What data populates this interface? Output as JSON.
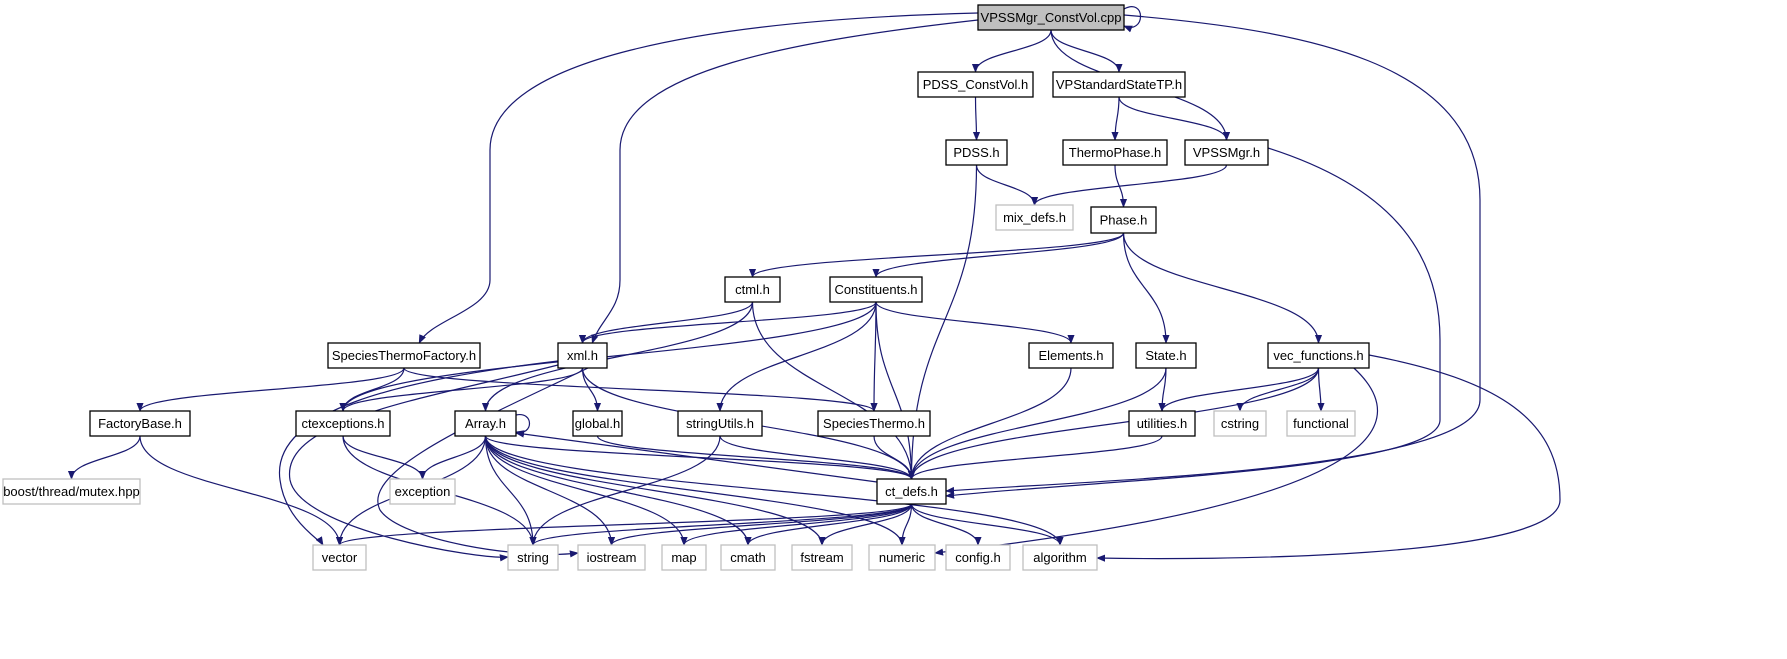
{
  "colors": {
    "edge": "#191970",
    "root_fill": "#bfbfbf",
    "node_border": "#000000",
    "external_border": "#bfbfbf",
    "external_text": "#444444"
  },
  "nodes": [
    {
      "id": "cpp",
      "label": "VPSSMgr_ConstVol.cpp",
      "kind": "root"
    },
    {
      "id": "pdssc",
      "label": "PDSS_ConstVol.h",
      "kind": "header"
    },
    {
      "id": "vpstp",
      "label": "VPStandardStateTP.h",
      "kind": "header"
    },
    {
      "id": "pdss",
      "label": "PDSS.h",
      "kind": "header"
    },
    {
      "id": "thermo",
      "label": "ThermoPhase.h",
      "kind": "header"
    },
    {
      "id": "vpssmgr",
      "label": "VPSSMgr.h",
      "kind": "header"
    },
    {
      "id": "mixdefs",
      "label": "mix_defs.h",
      "kind": "external"
    },
    {
      "id": "phase",
      "label": "Phase.h",
      "kind": "header"
    },
    {
      "id": "ctml",
      "label": "ctml.h",
      "kind": "header"
    },
    {
      "id": "constit",
      "label": "Constituents.h",
      "kind": "header"
    },
    {
      "id": "stf",
      "label": "SpeciesThermoFactory.h",
      "kind": "header"
    },
    {
      "id": "xml",
      "label": "xml.h",
      "kind": "header"
    },
    {
      "id": "elements",
      "label": "Elements.h",
      "kind": "header"
    },
    {
      "id": "state",
      "label": "State.h",
      "kind": "header"
    },
    {
      "id": "vecf",
      "label": "vec_functions.h",
      "kind": "header"
    },
    {
      "id": "factory",
      "label": "FactoryBase.h",
      "kind": "header"
    },
    {
      "id": "ctexc",
      "label": "ctexceptions.h",
      "kind": "header"
    },
    {
      "id": "array",
      "label": "Array.h",
      "kind": "header"
    },
    {
      "id": "global",
      "label": "global.h",
      "kind": "header"
    },
    {
      "id": "strutil",
      "label": "stringUtils.h",
      "kind": "header"
    },
    {
      "id": "spthermo",
      "label": "SpeciesThermo.h",
      "kind": "header"
    },
    {
      "id": "utilities",
      "label": "utilities.h",
      "kind": "header"
    },
    {
      "id": "cstring",
      "label": "cstring",
      "kind": "external"
    },
    {
      "id": "functional",
      "label": "functional",
      "kind": "external"
    },
    {
      "id": "boost",
      "label": "boost/thread/mutex.hpp",
      "kind": "external"
    },
    {
      "id": "exception",
      "label": "exception",
      "kind": "external"
    },
    {
      "id": "ctdefs",
      "label": "ct_defs.h",
      "kind": "header"
    },
    {
      "id": "vector",
      "label": "vector",
      "kind": "external"
    },
    {
      "id": "string",
      "label": "string",
      "kind": "external"
    },
    {
      "id": "iostream",
      "label": "iostream",
      "kind": "external"
    },
    {
      "id": "map",
      "label": "map",
      "kind": "external"
    },
    {
      "id": "cmath",
      "label": "cmath",
      "kind": "external"
    },
    {
      "id": "fstream",
      "label": "fstream",
      "kind": "external"
    },
    {
      "id": "numeric",
      "label": "numeric",
      "kind": "external"
    },
    {
      "id": "config",
      "label": "config.h",
      "kind": "external"
    },
    {
      "id": "algorithm",
      "label": "algorithm",
      "kind": "external"
    }
  ],
  "edges": [
    [
      "cpp",
      "cpp"
    ],
    [
      "cpp",
      "pdssc"
    ],
    [
      "cpp",
      "vpstp"
    ],
    [
      "cpp",
      "vpssmgr"
    ],
    [
      "cpp",
      "xml"
    ],
    [
      "cpp",
      "stf"
    ],
    [
      "cpp",
      "ctdefs"
    ],
    [
      "pdssc",
      "pdss"
    ],
    [
      "vpstp",
      "thermo"
    ],
    [
      "vpstp",
      "vpssmgr"
    ],
    [
      "pdss",
      "mixdefs"
    ],
    [
      "pdss",
      "ctdefs"
    ],
    [
      "vpssmgr",
      "mixdefs"
    ],
    [
      "vpssmgr",
      "ctdefs"
    ],
    [
      "thermo",
      "phase"
    ],
    [
      "phase",
      "ctml"
    ],
    [
      "phase",
      "constit"
    ],
    [
      "phase",
      "state"
    ],
    [
      "phase",
      "vecf"
    ],
    [
      "ctml",
      "xml"
    ],
    [
      "ctml",
      "array"
    ],
    [
      "ctml",
      "ctdefs"
    ],
    [
      "constit",
      "xml"
    ],
    [
      "constit",
      "ctexc"
    ],
    [
      "constit",
      "strutil"
    ],
    [
      "constit",
      "spthermo"
    ],
    [
      "constit",
      "elements"
    ],
    [
      "constit",
      "ctdefs"
    ],
    [
      "stf",
      "factory"
    ],
    [
      "stf",
      "ctexc"
    ],
    [
      "stf",
      "spthermo"
    ],
    [
      "xml",
      "ctexc"
    ],
    [
      "xml",
      "global"
    ],
    [
      "xml",
      "ctdefs"
    ],
    [
      "xml",
      "vector"
    ],
    [
      "xml",
      "string"
    ],
    [
      "xml",
      "iostream"
    ],
    [
      "elements",
      "ctdefs"
    ],
    [
      "state",
      "utilities"
    ],
    [
      "state",
      "ctdefs"
    ],
    [
      "vecf",
      "utilities"
    ],
    [
      "vecf",
      "cstring"
    ],
    [
      "vecf",
      "functional"
    ],
    [
      "vecf",
      "ctdefs"
    ],
    [
      "vecf",
      "numeric"
    ],
    [
      "vecf",
      "algorithm"
    ],
    [
      "factory",
      "boost"
    ],
    [
      "factory",
      "vector"
    ],
    [
      "ctexc",
      "exception"
    ],
    [
      "ctexc",
      "string"
    ],
    [
      "array",
      "array"
    ],
    [
      "array",
      "exception"
    ],
    [
      "array",
      "vector"
    ],
    [
      "array",
      "string"
    ],
    [
      "array",
      "iostream"
    ],
    [
      "array",
      "map"
    ],
    [
      "array",
      "cmath"
    ],
    [
      "array",
      "fstream"
    ],
    [
      "array",
      "numeric"
    ],
    [
      "array",
      "algorithm"
    ],
    [
      "array",
      "ctdefs"
    ],
    [
      "global",
      "ctdefs"
    ],
    [
      "strutil",
      "string"
    ],
    [
      "strutil",
      "ctdefs"
    ],
    [
      "spthermo",
      "ctdefs"
    ],
    [
      "utilities",
      "ctdefs"
    ],
    [
      "ctdefs",
      "vector"
    ],
    [
      "ctdefs",
      "string"
    ],
    [
      "ctdefs",
      "iostream"
    ],
    [
      "ctdefs",
      "map"
    ],
    [
      "ctdefs",
      "cmath"
    ],
    [
      "ctdefs",
      "fstream"
    ],
    [
      "ctdefs",
      "numeric"
    ],
    [
      "ctdefs",
      "config"
    ],
    [
      "ctdefs",
      "algorithm"
    ],
    [
      "ctdefs",
      "array"
    ]
  ]
}
